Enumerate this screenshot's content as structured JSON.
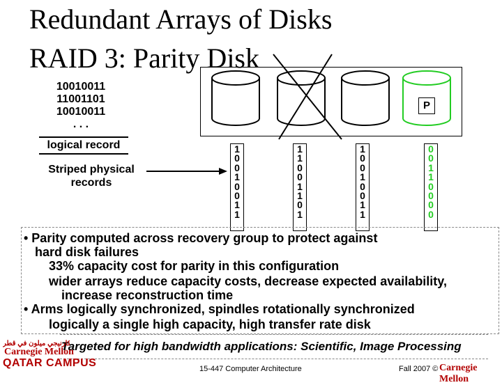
{
  "title": {
    "line1": "Redundant Arrays of Disks",
    "line2": "RAID 3: Parity Disk"
  },
  "logical_data": {
    "rows": [
      "10010011",
      "11001101",
      "10010011",
      ". . ."
    ],
    "caption": "logical record"
  },
  "striped_label": {
    "line1": "Striped physical",
    "line2": "records"
  },
  "parity_disk_label": "P",
  "stripe_columns": [
    [
      "1",
      "0",
      "0",
      "1",
      "0",
      "0",
      "1",
      "1"
    ],
    [
      "1",
      "1",
      "0",
      "0",
      "1",
      "1",
      "0",
      "1"
    ],
    [
      "1",
      "0",
      "0",
      "1",
      "0",
      "0",
      "1",
      "1"
    ],
    [
      "0",
      "0",
      "1",
      "1",
      "0",
      "0",
      "0",
      "0"
    ]
  ],
  "bullets": {
    "b1": "• Parity computed across recovery group to protect against",
    "b1_cont": "hard disk failures",
    "s1": "33% capacity cost for parity in this configuration",
    "s2": "wider arrays reduce capacity costs, decrease expected availability,",
    "s2_cont": "increase reconstruction time",
    "b2": "• Arms logically synchronized, spindles rotationally synchronized",
    "b2_cont": "logically a single high capacity, high transfer rate disk"
  },
  "footer": {
    "tagline": "Targeted for high bandwidth applications: Scientific, Image Processing",
    "course": "15-447 Computer Architecture",
    "term": "Fall 2007 ©",
    "logo_left_arabic": "جامعة كارنيجي ميلون في قطر",
    "logo_left_line1": "Carnegie Mellon",
    "logo_left_line2": "QATAR CAMPUS",
    "logo_right": "Carnegie Mellon"
  },
  "colors": {
    "parity_bits": "#22cc22",
    "logo": "#b20000"
  }
}
